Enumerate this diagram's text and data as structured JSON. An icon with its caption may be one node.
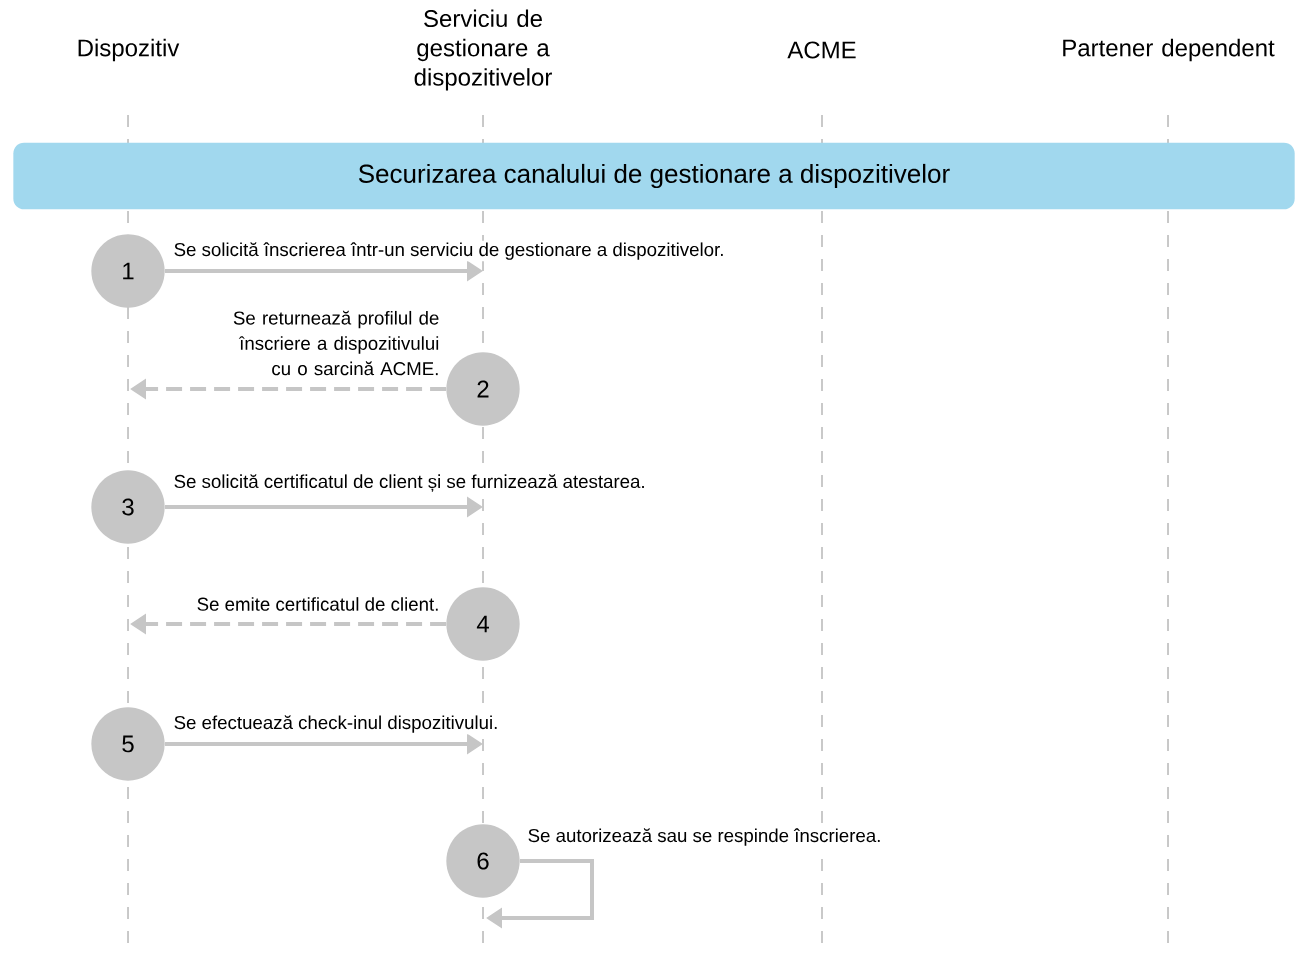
{
  "diagram": {
    "nodes": [
      {
        "text": [
          "Dispozitiv"
        ]
      },
      {
        "text": [
          "Serviciu de gestionare a dispozitivelor"
        ]
      },
      {
        "text": [
          "ACME"
        ]
      },
      {
        "text": [
          "Partener dependent"
        ]
      },
      {
        "text": [
          "Securizarea canalului de gestionare a dispozitivelor"
        ]
      },
      {
        "text": [
          "1"
        ]
      },
      {
        "text": [
          "2"
        ]
      },
      {
        "text": [
          "3"
        ]
      },
      {
        "text": [
          "4"
        ]
      },
      {
        "text": [
          "5"
        ]
      },
      {
        "text": [
          "6"
        ]
      }
    ],
    "edges": [
      {
        "from": 5,
        "to": null,
        "arrow": "to",
        "label": "Se solicită înscrierea într-un serviciu de gestionare a dispozitivelor."
      },
      {
        "from": 6,
        "to": null,
        "arrow": "to",
        "style": "dashed",
        "label": "Se returnează profilul de înscriere a dispozitivului cu o sarcină ACME."
      },
      {
        "from": 7,
        "to": null,
        "arrow": "to",
        "label": "Se solicită certificatul de client și se furnizează atestarea."
      },
      {
        "from": 8,
        "to": null,
        "arrow": "to",
        "style": "dashed",
        "label": "Se emite certificatul de client."
      },
      {
        "from": 9,
        "to": null,
        "arrow": "to",
        "label": "Se efectuează check-inul dispozitivului."
      },
      {
        "from": 10,
        "to": null,
        "arrow": "to",
        "label": "Se autorizează sau se respinde înscrierea."
      }
    ]
  }
}
